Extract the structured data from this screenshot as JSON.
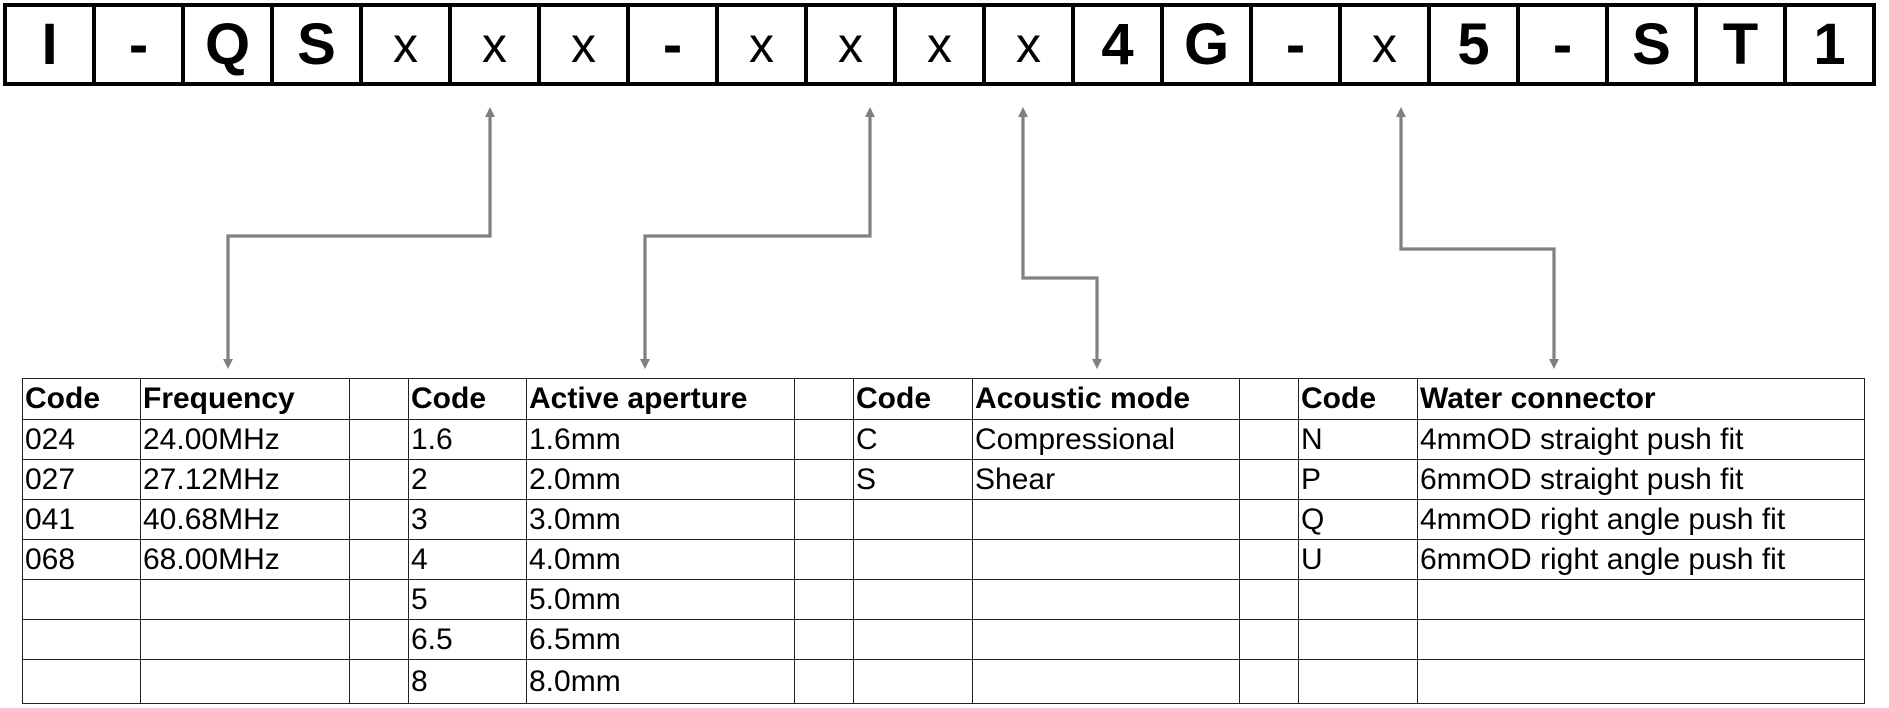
{
  "code_strip": {
    "cells": [
      {
        "char": "I",
        "kind": "fixed"
      },
      {
        "char": "-",
        "kind": "fixed"
      },
      {
        "char": "Q",
        "kind": "fixed"
      },
      {
        "char": "S",
        "kind": "fixed"
      },
      {
        "char": "x",
        "kind": "var"
      },
      {
        "char": "x",
        "kind": "var"
      },
      {
        "char": "x",
        "kind": "var"
      },
      {
        "char": "-",
        "kind": "fixed"
      },
      {
        "char": "x",
        "kind": "var"
      },
      {
        "char": "x",
        "kind": "var"
      },
      {
        "char": "x",
        "kind": "var"
      },
      {
        "char": "x",
        "kind": "var"
      },
      {
        "char": "4",
        "kind": "fixed"
      },
      {
        "char": "G",
        "kind": "fixed"
      },
      {
        "char": "-",
        "kind": "fixed"
      },
      {
        "char": "x",
        "kind": "var"
      },
      {
        "char": "5",
        "kind": "fixed"
      },
      {
        "char": "-",
        "kind": "fixed"
      },
      {
        "char": "S",
        "kind": "fixed"
      },
      {
        "char": "T",
        "kind": "fixed"
      },
      {
        "char": "1",
        "kind": "fixed"
      }
    ]
  },
  "colors": {
    "arrow": "#808080",
    "border": "#000000"
  },
  "tables": {
    "frequency": {
      "code_header": "Code",
      "label_header": "Frequency",
      "rows": [
        {
          "code": "024",
          "value": "24.00MHz"
        },
        {
          "code": "027",
          "value": "27.12MHz"
        },
        {
          "code": "041",
          "value": "40.68MHz"
        },
        {
          "code": "068",
          "value": "68.00MHz"
        }
      ]
    },
    "aperture": {
      "code_header": "Code",
      "label_header": "Active aperture",
      "rows": [
        {
          "code": "1.6",
          "value": "1.6mm"
        },
        {
          "code": "2",
          "value": "2.0mm"
        },
        {
          "code": "3",
          "value": "3.0mm"
        },
        {
          "code": "4",
          "value": "4.0mm"
        },
        {
          "code": "5",
          "value": "5.0mm"
        },
        {
          "code": "6.5",
          "value": "6.5mm"
        },
        {
          "code": "8",
          "value": "8.0mm"
        }
      ]
    },
    "mode": {
      "code_header": "Code",
      "label_header": "Acoustic mode",
      "rows": [
        {
          "code": "C",
          "value": "Compressional"
        },
        {
          "code": "S",
          "value": "Shear"
        }
      ]
    },
    "connector": {
      "code_header": "Code",
      "label_header": "Water connector",
      "rows": [
        {
          "code": "N",
          "value": "4mmOD straight push fit"
        },
        {
          "code": "P",
          "value": "6mmOD straight push fit"
        },
        {
          "code": "Q",
          "value": "4mmOD right angle push fit"
        },
        {
          "code": "U",
          "value": "6mmOD right angle push fit"
        }
      ]
    }
  }
}
